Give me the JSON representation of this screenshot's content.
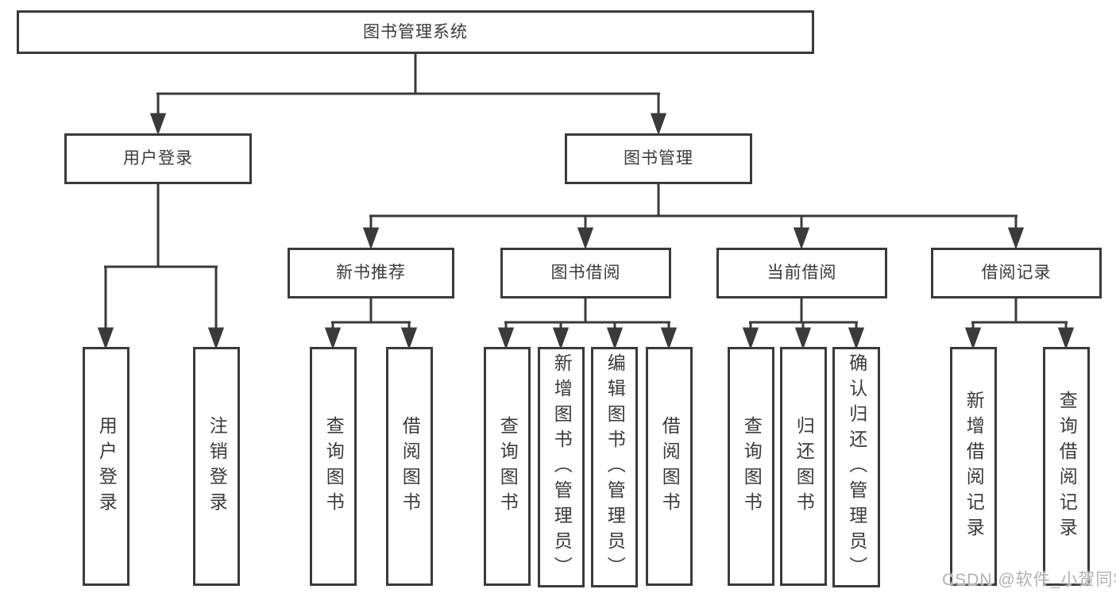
{
  "diagram": {
    "title": "图书管理系统",
    "root": "图书管理系统",
    "level2": [
      "用户登录",
      "图书管理"
    ],
    "level3": [
      "新书推荐",
      "图书借阅",
      "当前借阅",
      "借阅记录"
    ],
    "leaves": {
      "user_login": [
        "用户登录",
        "注销登录"
      ],
      "new_book": [
        "查询图书",
        "借阅图书"
      ],
      "book_borrow": [
        "查询图书",
        "新增图书（管理员）",
        "编辑图书（管理员）",
        "借阅图书"
      ],
      "current_borrow": [
        "查询图书",
        "归还图书",
        "确认归还（管理员）"
      ],
      "borrow_record": [
        "新增借阅记录",
        "查询借阅记录"
      ]
    }
  },
  "watermark": {
    "text": "CSDN @软件_小贺同学"
  },
  "colors": {
    "line": "#3a3a3a",
    "box_border": "#3a3a3a",
    "text": "#3a3a3a",
    "watermark": "#b2b2b2",
    "background": "#ffffff"
  }
}
